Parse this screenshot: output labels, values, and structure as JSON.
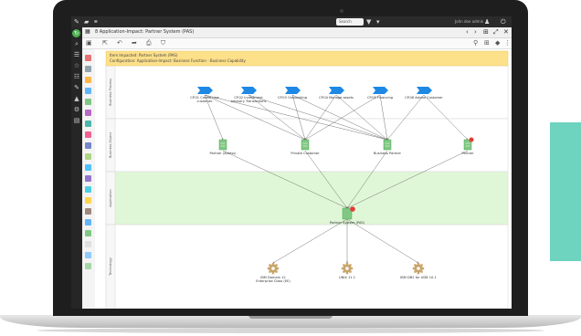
{
  "window": {
    "title": "8 Application-Impact: Partner System (PAS)"
  },
  "topbar": {
    "search_placeholder": "Search",
    "user_label": "John doe admin"
  },
  "diagram": {
    "header_line1": "Item Impacted: Partner System (PAS)",
    "header_line2": "Configuration: Application-Impact: Business Function - Business Capability",
    "lanes": [
      {
        "label": "Business Process"
      },
      {
        "label": "Business Object"
      },
      {
        "label": "Application"
      },
      {
        "label": "Technology"
      }
    ],
    "processes": [
      {
        "label_1": "CP.01 Create new",
        "label_2": "customer"
      },
      {
        "label_1": "CP.02 Investment",
        "label_2": "advisory Transactions"
      },
      {
        "label_1": "CP.03 Onboarding",
        "label_2": ""
      },
      {
        "label_1": "CP.04 Manage assets",
        "label_2": ""
      },
      {
        "label_1": "CP.05 Financing",
        "label_2": ""
      },
      {
        "label_1": "CP.06 Advise Customer",
        "label_2": ""
      }
    ],
    "objects": [
      {
        "label_1": "Partner (Adress)",
        "label_2": ""
      },
      {
        "label_1": "Private Customer",
        "label_2": ""
      },
      {
        "label_1": "Business Partner",
        "label_2": ""
      },
      {
        "label_1": "Partner",
        "label_2": ""
      }
    ],
    "application": {
      "label": "Partner System (PAS)"
    },
    "technologies": [
      {
        "label_1": "IBM Domain 12",
        "label_2": "Enterprise Class (EE)"
      },
      {
        "label_1": "UNIX 11.1",
        "label_2": ""
      },
      {
        "label_1": "IBM DB2 for UDB 10.1",
        "label_2": ""
      }
    ],
    "colors": {
      "header": "#fde08a",
      "app_lane": "#e0f7d7",
      "process": "#1e88e5",
      "object": "#81c784",
      "gear": "#c9a56a",
      "alert": "#e53935"
    }
  }
}
